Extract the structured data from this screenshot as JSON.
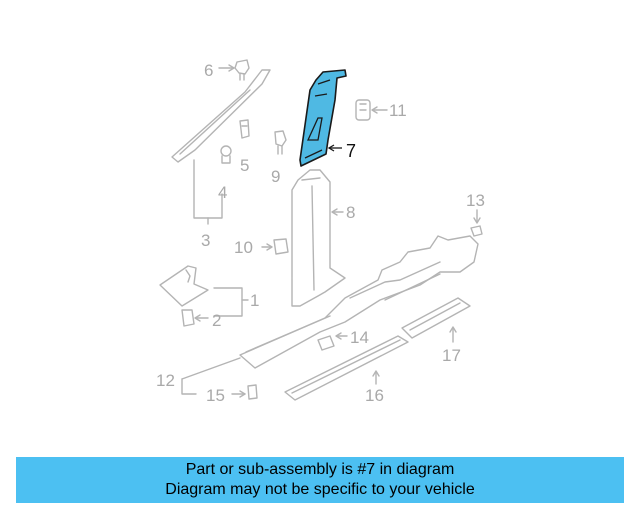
{
  "callouts": {
    "c1": "1",
    "c2": "2",
    "c3": "3",
    "c4": "4",
    "c5": "5",
    "c6": "6",
    "c7": "7",
    "c8": "8",
    "c9": "9",
    "c10": "10",
    "c11": "11",
    "c12": "12",
    "c13": "13",
    "c14": "14",
    "c15": "15",
    "c16": "16",
    "c17": "17"
  },
  "highlight_color": "#4fb9e3",
  "banner": {
    "line1": "Part or sub-assembly is #7 in diagram",
    "line2": "Diagram may not be specific to your vehicle",
    "color": "#4cc0f2"
  }
}
